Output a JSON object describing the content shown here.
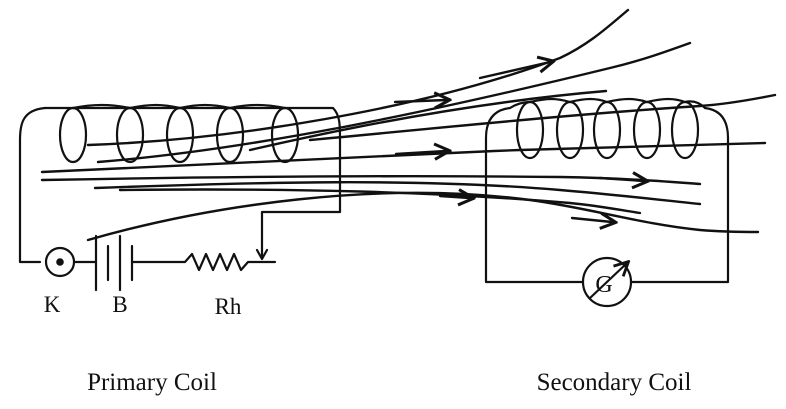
{
  "labels": {
    "key": "K",
    "battery": "B",
    "rheostat": "Rh",
    "galvanometer": "G"
  },
  "captions": {
    "primary": "Primary Coil",
    "secondary": "Secondary Coil"
  },
  "colors": {
    "ink": "#111111",
    "background": "#ffffff"
  }
}
